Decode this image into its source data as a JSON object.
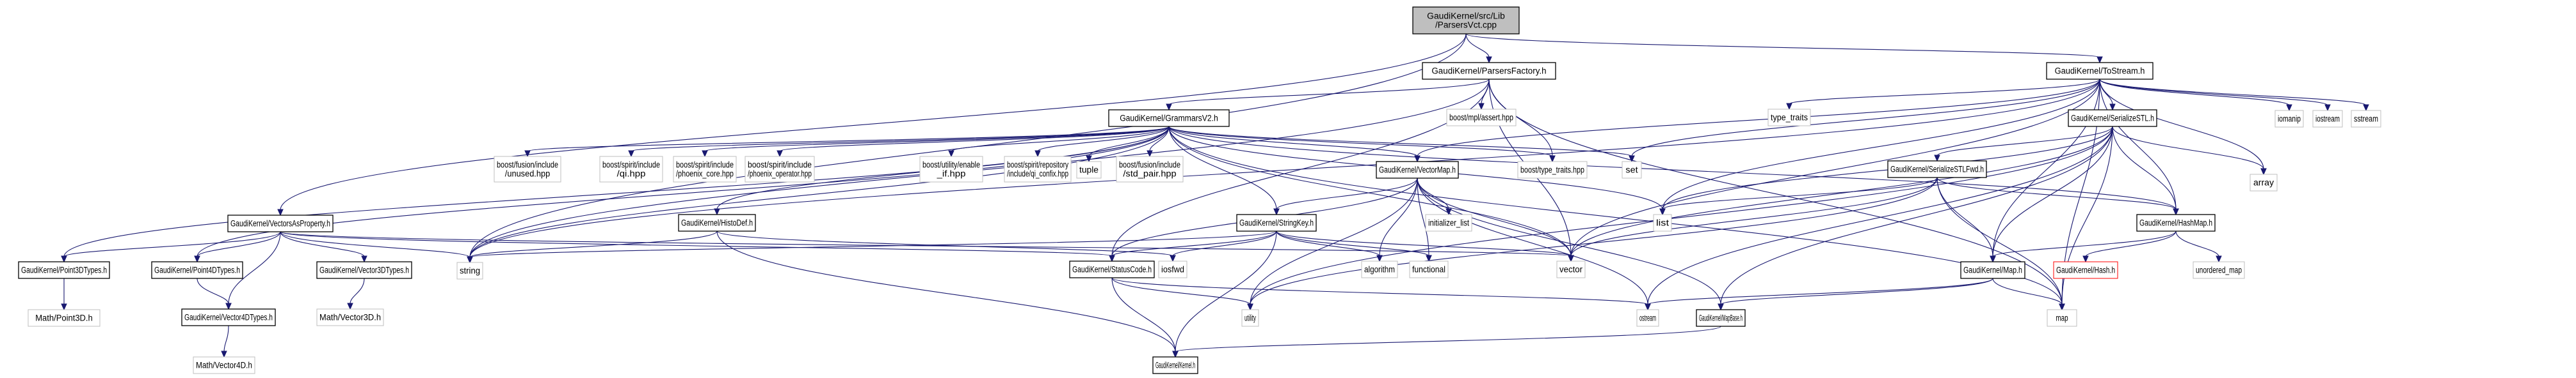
{
  "diagram": {
    "title": "Include dependency graph for GaudiKernel/src/Lib/ParsersVct.cpp",
    "colors": {
      "edge": "#191970",
      "root_fill": "#bfbfbf",
      "documented_border": "#000000",
      "external_border": "#bfbfbf",
      "missing_border": "#ff0000"
    },
    "nodes": [
      {
        "id": "root",
        "lines": [
          "GaudiKernel/src/Lib",
          "/ParsersVct.cpp"
        ],
        "kind": "root"
      },
      {
        "id": "parsersfactory",
        "lines": [
          "GaudiKernel/ParsersFactory.h"
        ],
        "kind": "documented"
      },
      {
        "id": "tostream",
        "lines": [
          "GaudiKernel/ToStream.h"
        ],
        "kind": "documented"
      },
      {
        "id": "grammarsv2",
        "lines": [
          "GaudiKernel/GrammarsV2.h"
        ],
        "kind": "documented"
      },
      {
        "id": "mplassert",
        "lines": [
          "boost/mpl/assert.hpp"
        ],
        "kind": "external"
      },
      {
        "id": "serializestl",
        "lines": [
          "GaudiKernel/SerializeSTL.h"
        ],
        "kind": "documented"
      },
      {
        "id": "type_traits",
        "lines": [
          "type_traits"
        ],
        "kind": "external"
      },
      {
        "id": "iomanip",
        "lines": [
          "iomanip"
        ],
        "kind": "external"
      },
      {
        "id": "iostream",
        "lines": [
          "iostream"
        ],
        "kind": "external"
      },
      {
        "id": "sstream",
        "lines": [
          "sstream"
        ],
        "kind": "external"
      },
      {
        "id": "fusion_unused",
        "lines": [
          "boost/fusion/include",
          "/unused.hpp"
        ],
        "kind": "external"
      },
      {
        "id": "spirit_qi",
        "lines": [
          "boost/spirit/include",
          "/qi.hpp"
        ],
        "kind": "external"
      },
      {
        "id": "phoenix_core",
        "lines": [
          "boost/spirit/include",
          "/phoenix_core.hpp"
        ],
        "kind": "external"
      },
      {
        "id": "phoenix_operator",
        "lines": [
          "boost/spirit/include",
          "/phoenix_operator.hpp"
        ],
        "kind": "external"
      },
      {
        "id": "enable_if",
        "lines": [
          "boost/utility/enable",
          "_if.hpp"
        ],
        "kind": "external"
      },
      {
        "id": "qi_confix",
        "lines": [
          "boost/spirit/repository",
          "/include/qi_confix.hpp"
        ],
        "kind": "external"
      },
      {
        "id": "tuple",
        "lines": [
          "tuple"
        ],
        "kind": "external"
      },
      {
        "id": "std_pair",
        "lines": [
          "boost/fusion/include",
          "/std_pair.hpp"
        ],
        "kind": "external"
      },
      {
        "id": "vectormap",
        "lines": [
          "GaudiKernel/VectorMap.h"
        ],
        "kind": "documented"
      },
      {
        "id": "boost_type_traits",
        "lines": [
          "boost/type_traits.hpp"
        ],
        "kind": "external"
      },
      {
        "id": "set",
        "lines": [
          "set"
        ],
        "kind": "external"
      },
      {
        "id": "array",
        "lines": [
          "array"
        ],
        "kind": "external"
      },
      {
        "id": "serializestlfwd",
        "lines": [
          "GaudiKernel/SerializeSTLFwd.h"
        ],
        "kind": "documented"
      },
      {
        "id": "vectorsasproperty",
        "lines": [
          "GaudiKernel/VectorsAsProperty.h"
        ],
        "kind": "documented"
      },
      {
        "id": "histodef",
        "lines": [
          "GaudiKernel/HistoDef.h"
        ],
        "kind": "documented"
      },
      {
        "id": "stringkey",
        "lines": [
          "GaudiKernel/StringKey.h"
        ],
        "kind": "documented"
      },
      {
        "id": "initializer_list",
        "lines": [
          "initializer_list"
        ],
        "kind": "external"
      },
      {
        "id": "list",
        "lines": [
          "list"
        ],
        "kind": "external"
      },
      {
        "id": "hashmap",
        "lines": [
          "GaudiKernel/HashMap.h"
        ],
        "kind": "documented"
      },
      {
        "id": "point3dtypes",
        "lines": [
          "GaudiKernel/Point3DTypes.h"
        ],
        "kind": "documented"
      },
      {
        "id": "point4dtypes",
        "lines": [
          "GaudiKernel/Point4DTypes.h"
        ],
        "kind": "documented"
      },
      {
        "id": "vector3dtypes",
        "lines": [
          "GaudiKernel/Vector3DTypes.h"
        ],
        "kind": "documented"
      },
      {
        "id": "string",
        "lines": [
          "string"
        ],
        "kind": "external"
      },
      {
        "id": "iosfwd",
        "lines": [
          "iosfwd"
        ],
        "kind": "external"
      },
      {
        "id": "statuscode",
        "lines": [
          "GaudiKernel/StatusCode.h"
        ],
        "kind": "documented"
      },
      {
        "id": "algorithm",
        "lines": [
          "algorithm"
        ],
        "kind": "external"
      },
      {
        "id": "functional",
        "lines": [
          "functional"
        ],
        "kind": "external"
      },
      {
        "id": "vector",
        "lines": [
          "vector"
        ],
        "kind": "external"
      },
      {
        "id": "map_h",
        "lines": [
          "GaudiKernel/Map.h"
        ],
        "kind": "documented"
      },
      {
        "id": "hash_h",
        "lines": [
          "GaudiKernel/Hash.h"
        ],
        "kind": "missing"
      },
      {
        "id": "unordered_map",
        "lines": [
          "unordered_map"
        ],
        "kind": "external"
      },
      {
        "id": "math_point3d",
        "lines": [
          "Math/Point3D.h"
        ],
        "kind": "external"
      },
      {
        "id": "vector4dtypes",
        "lines": [
          "GaudiKernel/Vector4DTypes.h"
        ],
        "kind": "documented"
      },
      {
        "id": "math_vector3d",
        "lines": [
          "Math/Vector3D.h"
        ],
        "kind": "external"
      },
      {
        "id": "utility",
        "lines": [
          "utility"
        ],
        "kind": "external"
      },
      {
        "id": "ostream",
        "lines": [
          "ostream"
        ],
        "kind": "external"
      },
      {
        "id": "mapbase",
        "lines": [
          "GaudiKernel/MapBase.h"
        ],
        "kind": "documented"
      },
      {
        "id": "map",
        "lines": [
          "map"
        ],
        "kind": "external"
      },
      {
        "id": "math_vector4d",
        "lines": [
          "Math/Vector4D.h"
        ],
        "kind": "external"
      },
      {
        "id": "kernel",
        "lines": [
          "GaudiKernel/Kernel.h"
        ],
        "kind": "documented"
      }
    ],
    "edges": [
      [
        "root",
        "parsersfactory"
      ],
      [
        "root",
        "tostream"
      ],
      [
        "root",
        "vectorsasproperty"
      ],
      [
        "root",
        "string"
      ],
      [
        "parsersfactory",
        "grammarsv2"
      ],
      [
        "parsersfactory",
        "mplassert"
      ],
      [
        "parsersfactory",
        "boost_type_traits"
      ],
      [
        "parsersfactory",
        "statuscode"
      ],
      [
        "parsersfactory",
        "string"
      ],
      [
        "parsersfactory",
        "vector"
      ],
      [
        "parsersfactory",
        "map"
      ],
      [
        "tostream",
        "serializestl"
      ],
      [
        "tostream",
        "type_traits"
      ],
      [
        "tostream",
        "iomanip"
      ],
      [
        "tostream",
        "iostream"
      ],
      [
        "tostream",
        "sstream"
      ],
      [
        "tostream",
        "vectormap"
      ],
      [
        "tostream",
        "set"
      ],
      [
        "tostream",
        "array"
      ],
      [
        "tostream",
        "list"
      ],
      [
        "tostream",
        "vector"
      ],
      [
        "tostream",
        "map"
      ],
      [
        "tostream",
        "hashmap"
      ],
      [
        "tostream",
        "map_h"
      ],
      [
        "tostream",
        "string"
      ],
      [
        "grammarsv2",
        "fusion_unused"
      ],
      [
        "grammarsv2",
        "spirit_qi"
      ],
      [
        "grammarsv2",
        "phoenix_core"
      ],
      [
        "grammarsv2",
        "phoenix_operator"
      ],
      [
        "grammarsv2",
        "enable_if"
      ],
      [
        "grammarsv2",
        "qi_confix"
      ],
      [
        "grammarsv2",
        "tuple"
      ],
      [
        "grammarsv2",
        "std_pair"
      ],
      [
        "grammarsv2",
        "vectormap"
      ],
      [
        "grammarsv2",
        "boost_type_traits"
      ],
      [
        "grammarsv2",
        "set"
      ],
      [
        "grammarsv2",
        "histodef"
      ],
      [
        "grammarsv2",
        "stringkey"
      ],
      [
        "grammarsv2",
        "list"
      ],
      [
        "grammarsv2",
        "hashmap"
      ],
      [
        "grammarsv2",
        "point3dtypes"
      ],
      [
        "grammarsv2",
        "point4dtypes"
      ],
      [
        "grammarsv2",
        "string"
      ],
      [
        "grammarsv2",
        "vector"
      ],
      [
        "grammarsv2",
        "map"
      ],
      [
        "serializestl",
        "serializestlfwd"
      ],
      [
        "serializestl",
        "array"
      ],
      [
        "serializestl",
        "list"
      ],
      [
        "serializestl",
        "vector"
      ],
      [
        "serializestl",
        "hashmap"
      ],
      [
        "serializestl",
        "map_h"
      ],
      [
        "serializestl",
        "map"
      ],
      [
        "serializestl",
        "utility"
      ],
      [
        "serializestl",
        "ostream"
      ],
      [
        "serializestl",
        "mapbase"
      ],
      [
        "serializestlfwd",
        "list"
      ],
      [
        "serializestlfwd",
        "vector"
      ],
      [
        "serializestlfwd",
        "hashmap"
      ],
      [
        "serializestlfwd",
        "map_h"
      ],
      [
        "serializestlfwd",
        "map"
      ],
      [
        "serializestlfwd",
        "utility"
      ],
      [
        "vectormap",
        "stringkey"
      ],
      [
        "vectormap",
        "initializer_list"
      ],
      [
        "vectormap",
        "algorithm"
      ],
      [
        "vectormap",
        "functional"
      ],
      [
        "vectormap",
        "vector"
      ],
      [
        "vectormap",
        "utility"
      ],
      [
        "vectormap",
        "ostream"
      ],
      [
        "vectormap",
        "statuscode"
      ],
      [
        "vectormap",
        "mapbase"
      ],
      [
        "vectorsasproperty",
        "point3dtypes"
      ],
      [
        "vectorsasproperty",
        "point4dtypes"
      ],
      [
        "vectorsasproperty",
        "vector3dtypes"
      ],
      [
        "vectorsasproperty",
        "vector4dtypes"
      ],
      [
        "vectorsasproperty",
        "string"
      ],
      [
        "vectorsasproperty",
        "statuscode"
      ],
      [
        "vectorsasproperty",
        "vector"
      ],
      [
        "histodef",
        "string"
      ],
      [
        "histodef",
        "iosfwd"
      ],
      [
        "histodef",
        "kernel"
      ],
      [
        "stringkey",
        "string"
      ],
      [
        "stringkey",
        "iosfwd"
      ],
      [
        "stringkey",
        "statuscode"
      ],
      [
        "stringkey",
        "algorithm"
      ],
      [
        "stringkey",
        "functional"
      ],
      [
        "stringkey",
        "kernel"
      ],
      [
        "stringkey",
        "vector"
      ],
      [
        "statuscode",
        "kernel"
      ],
      [
        "statuscode",
        "ostream"
      ],
      [
        "statuscode",
        "utility"
      ],
      [
        "hashmap",
        "map_h"
      ],
      [
        "hashmap",
        "hash_h"
      ],
      [
        "hashmap",
        "unordered_map"
      ],
      [
        "map_h",
        "map"
      ],
      [
        "map_h",
        "mapbase"
      ],
      [
        "map_h",
        "ostream"
      ],
      [
        "mapbase",
        "kernel"
      ],
      [
        "point3dtypes",
        "math_point3d"
      ],
      [
        "point4dtypes",
        "vector4dtypes"
      ],
      [
        "vector3dtypes",
        "math_vector3d"
      ],
      [
        "vector4dtypes",
        "math_vector4d"
      ]
    ]
  }
}
